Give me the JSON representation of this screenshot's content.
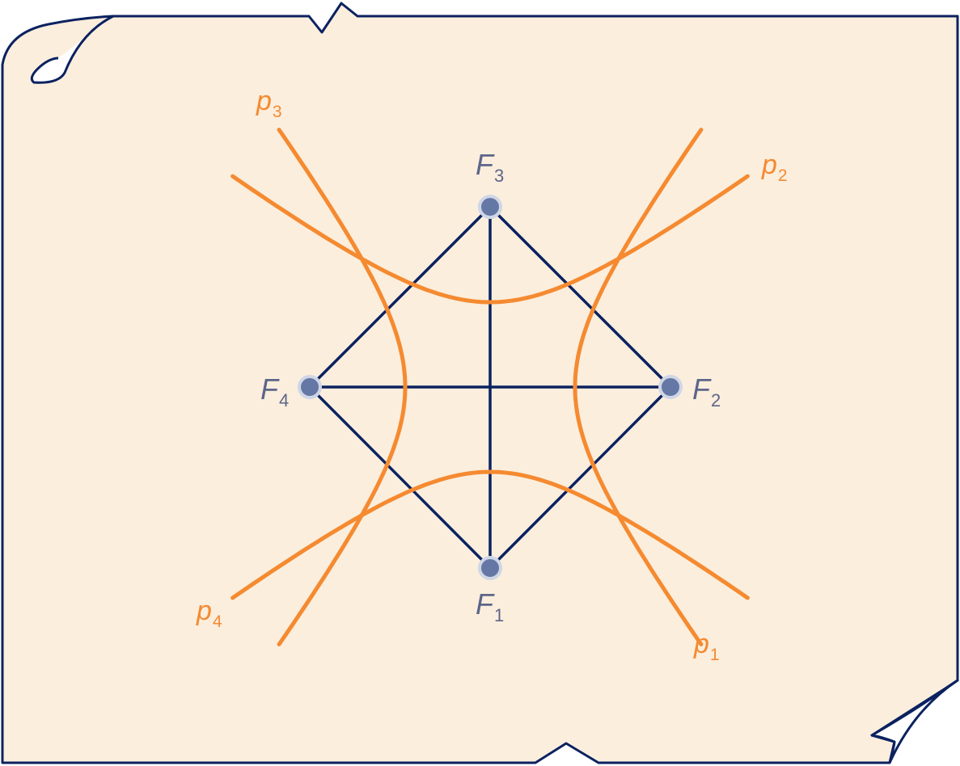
{
  "colors": {
    "paper_fill": "#fbeedd",
    "outline": "#0b2260",
    "curve": "#f58a30",
    "point_fill": "#6577a4",
    "point_ring": "#cfd6e6",
    "point_label": "#5e6589",
    "curve_label": "#f58a30"
  },
  "foci": [
    {
      "id": "F1",
      "main": "F",
      "sub": "1"
    },
    {
      "id": "F2",
      "main": "F",
      "sub": "2"
    },
    {
      "id": "F3",
      "main": "F",
      "sub": "3"
    },
    {
      "id": "F4",
      "main": "F",
      "sub": "4"
    }
  ],
  "curves": [
    {
      "id": "p1",
      "main": "p",
      "sub": "1"
    },
    {
      "id": "p2",
      "main": "p",
      "sub": "2"
    },
    {
      "id": "p3",
      "main": "p",
      "sub": "3"
    },
    {
      "id": "p4",
      "main": "p",
      "sub": "4"
    }
  ],
  "icons": {
    "paper": "curled-paper-sheet"
  }
}
